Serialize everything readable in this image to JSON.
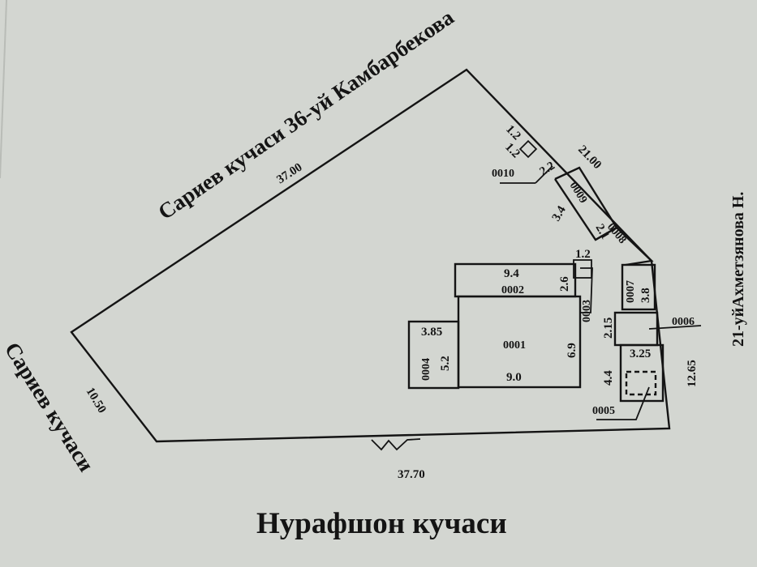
{
  "streets": {
    "north": "Сариев кучаси 36-уй Камбарбекова",
    "south": "Нурафшон кучаси",
    "west": "Сариев кучаси",
    "east": "21-уйАхметзянова Н."
  },
  "dimensions": {
    "north_edge": "37.00",
    "south_edge": "37.70",
    "west_edge": "10.50",
    "northeast_edge": "21.00",
    "east_edge": "12.65",
    "b0010_a": "1.2",
    "b0010_b": "1.2",
    "b0009_a": "2.2",
    "b0009_b": "3.4",
    "b0008_a": "2.1",
    "b0003_top": "1.2",
    "b0002_width": "9.4",
    "b0002_depth": "2.6",
    "b0001_depth": "6.9",
    "b0001_width": "9.0",
    "b0004_width": "3.85",
    "b0004_depth": "5.2",
    "b0003_side": "2.15",
    "b0007_side": "3.8",
    "b0005_width": "3.25",
    "b0005_depth": "4.4"
  },
  "codes": [
    "0001",
    "0002",
    "0003",
    "0004",
    "0005",
    "0006",
    "0007",
    "0008",
    "0009",
    "0010"
  ]
}
